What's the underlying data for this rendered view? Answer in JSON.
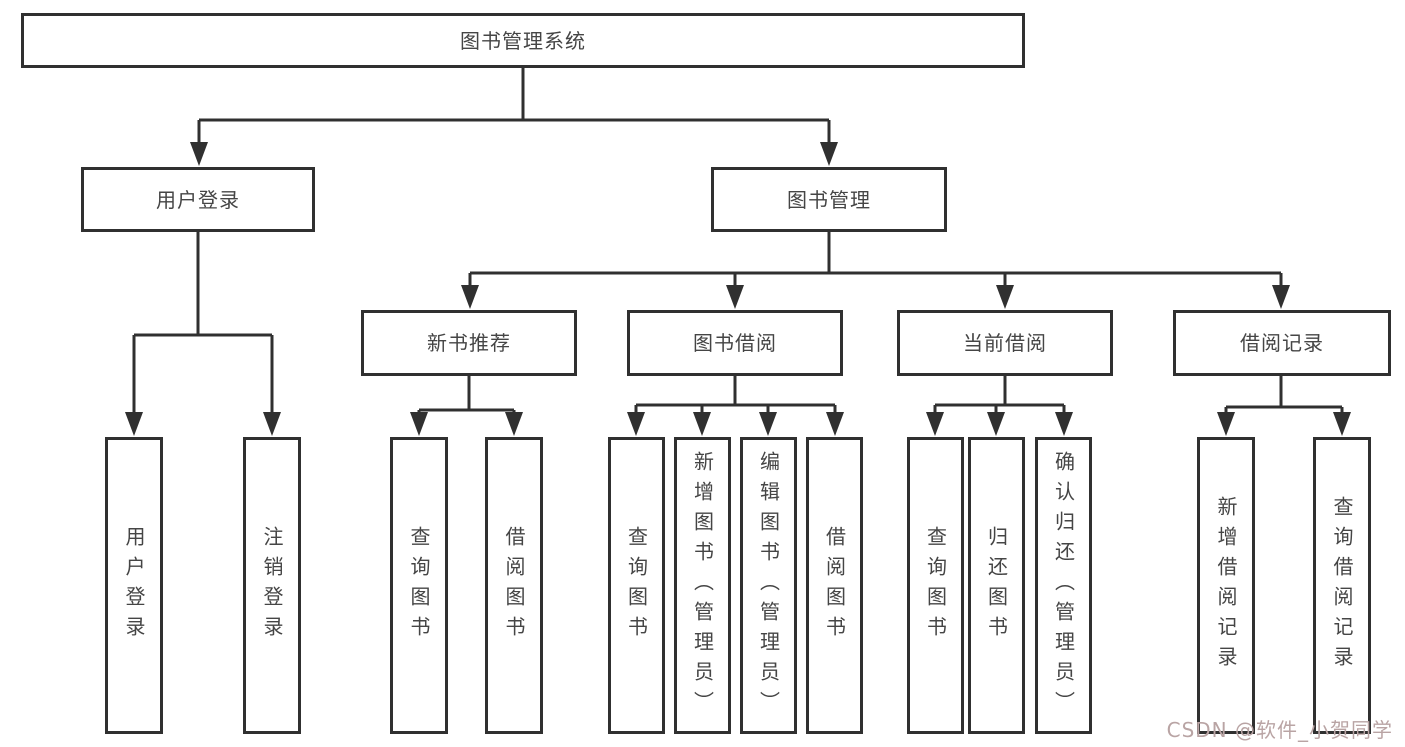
{
  "colors": {
    "line": "#303030",
    "box_border": "#303030",
    "text": "#454545",
    "background": "#ffffff",
    "watermark": "#b9a4a4"
  },
  "tree": {
    "root": {
      "label": "图书管理系统"
    },
    "level2": [
      {
        "label": "用户登录",
        "children": [
          {
            "label": "用户登录"
          },
          {
            "label": "注销登录"
          }
        ]
      },
      {
        "label": "图书管理",
        "sections": [
          {
            "label": "新书推荐",
            "children": [
              {
                "label": "查询图书"
              },
              {
                "label": "借阅图书"
              }
            ]
          },
          {
            "label": "图书借阅",
            "children": [
              {
                "label": "查询图书"
              },
              {
                "label": "新增图书（管理员）"
              },
              {
                "label": "编辑图书（管理员）"
              },
              {
                "label": "借阅图书"
              }
            ]
          },
          {
            "label": "当前借阅",
            "children": [
              {
                "label": "查询图书"
              },
              {
                "label": "归还图书"
              },
              {
                "label": "确认归还（管理员）"
              }
            ]
          },
          {
            "label": "借阅记录",
            "children": [
              {
                "label": "新增借阅记录"
              },
              {
                "label": "查询借阅记录"
              }
            ]
          }
        ]
      }
    ]
  },
  "watermark": {
    "text": "CSDN @软件_小贺同学"
  }
}
